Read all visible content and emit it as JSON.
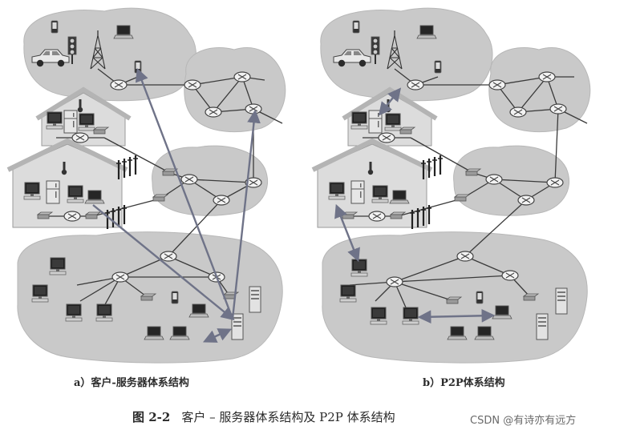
{
  "panels": [
    {
      "id": "a",
      "caption": "a）客户-服务器体系结构"
    },
    {
      "id": "b",
      "caption": "b）P2P体系结构"
    }
  ],
  "figure_caption": {
    "number": "图 2-2",
    "text": "客户 – 服务器体系结构及 P2P 体系结构"
  },
  "watermark": "CSDN @有诗亦有远方",
  "colors": {
    "cloud": "#c9c9c9",
    "cloud_edge": "#b7b7b7",
    "house": "#dcdcdc",
    "house_roof": "#b4b4b4",
    "router": "#f2f2f2",
    "line": "#3a3a3a",
    "arrow": "#6f7388"
  }
}
